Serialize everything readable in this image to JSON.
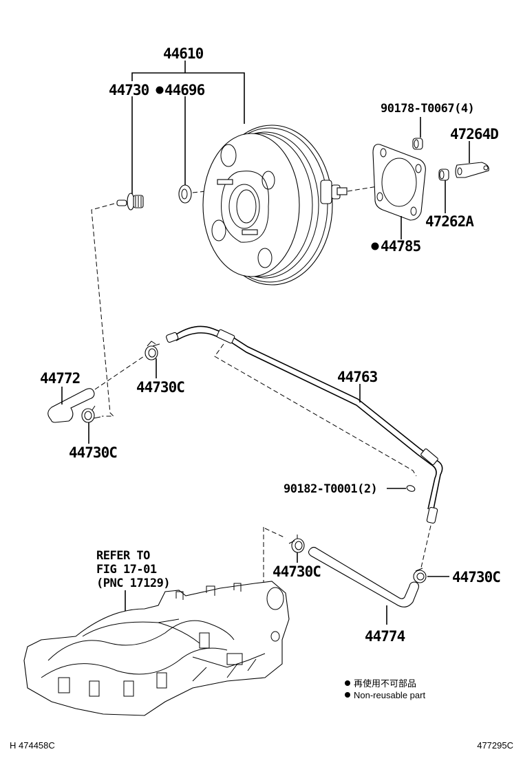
{
  "diagram": {
    "title": "Brake booster & vacuum tube parts diagram",
    "part_labels": {
      "booster_assy": "44610",
      "check_valve": "44730",
      "grommet": "44696",
      "nut": "90178-T0067(4)",
      "clevis": "47264D",
      "clevis_nut": "47262A",
      "gasket": "44785",
      "hose_44772": "44772",
      "clamp_a": "44730C",
      "clamp_b": "44730C",
      "vacuum_tube": "44763",
      "clip": "90182-T0001(2)",
      "clamp_c": "44730C",
      "clamp_d": "44730C",
      "hose_44774": "44774"
    },
    "non_reusable_parts": [
      "44696",
      "44785"
    ],
    "reference_note": {
      "line1": "REFER TO",
      "line2": "FIG 17-01",
      "line3": "(PNC 17129)"
    },
    "legend": {
      "bullet": "●",
      "japanese": "再使用不可部品",
      "english": "Non-reusable part"
    },
    "footer": {
      "left_code": "H 474458C",
      "right_code": "477295C"
    }
  }
}
